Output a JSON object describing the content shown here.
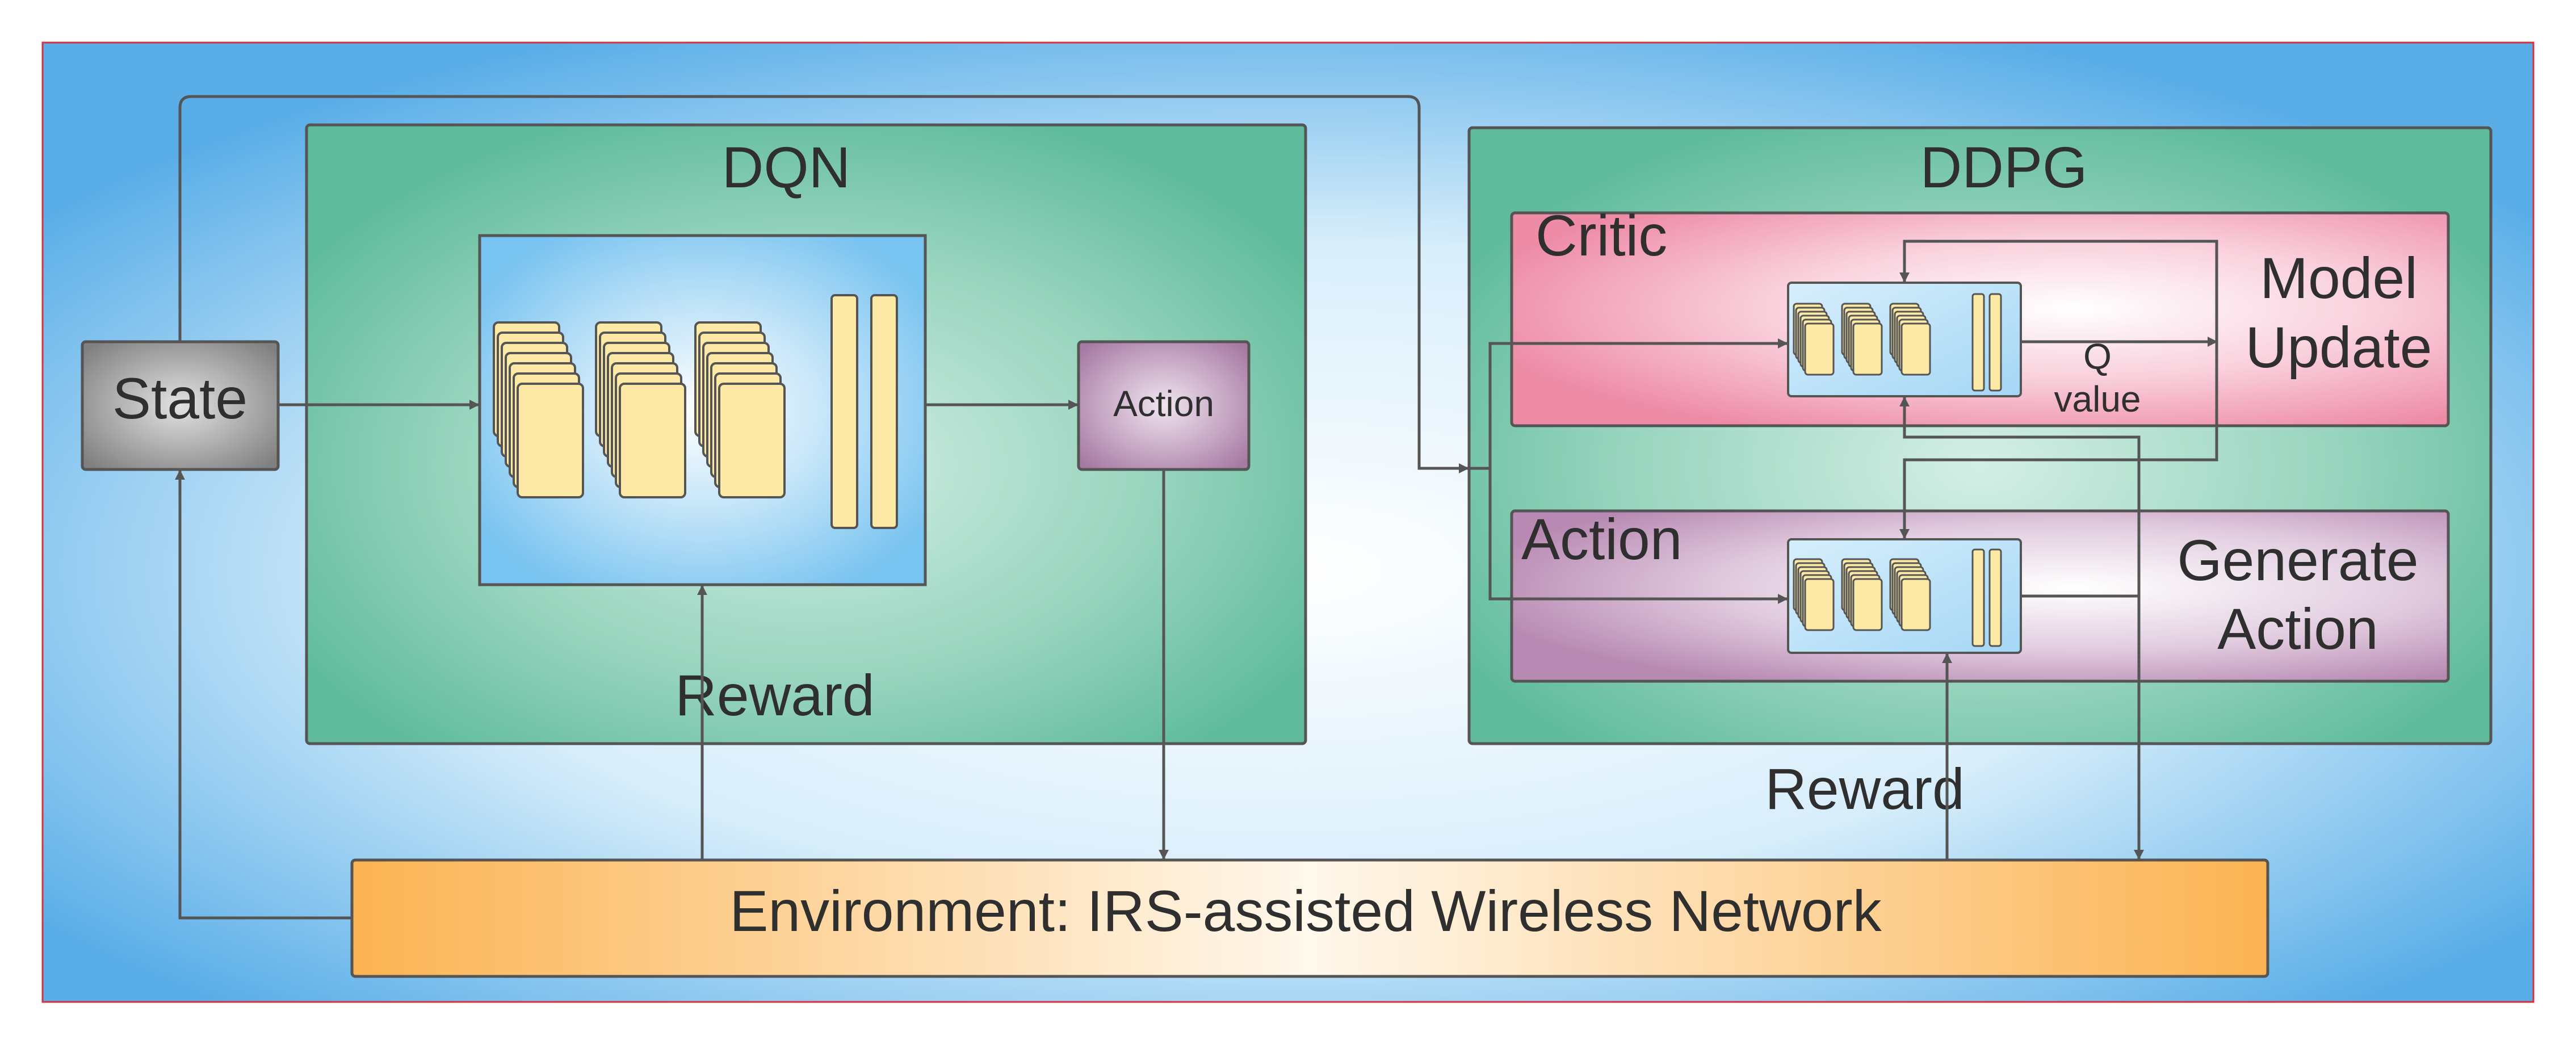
{
  "labels": {
    "state": "State",
    "dqn_title": "DQN",
    "dqn_action": "Action",
    "dqn_reward": "Reward",
    "ddpg_title": "DDPG",
    "critic_title": "Critic",
    "model_update_line1": "Model",
    "model_update_line2": "Update",
    "q_value_line1": "Q",
    "q_value_line2": "value",
    "actor_title": "Action",
    "generate_action_line1": "Generate",
    "generate_action_line2": "Action",
    "ddpg_reward": "Reward",
    "environment": "Environment: IRS-assisted Wireless Network"
  },
  "colors": {
    "background_edge": "#5aaee8",
    "background_center": "#ffffff",
    "panel_green": "#5fbb9c",
    "panel_green_light": "#c4e7db",
    "network_blue": "#78c3f0",
    "layer_yellow": "#fce9a6",
    "critic_pink": "#ee8ba7",
    "actor_purple": "#b88ab3",
    "action_box_purple": "#a77aa4",
    "environment_orange": "#fbb352",
    "state_gray": "#808080",
    "stroke": "#555555",
    "outer_border": "#d9303c"
  },
  "icons": {
    "neural_network": "neural-network-icon"
  }
}
